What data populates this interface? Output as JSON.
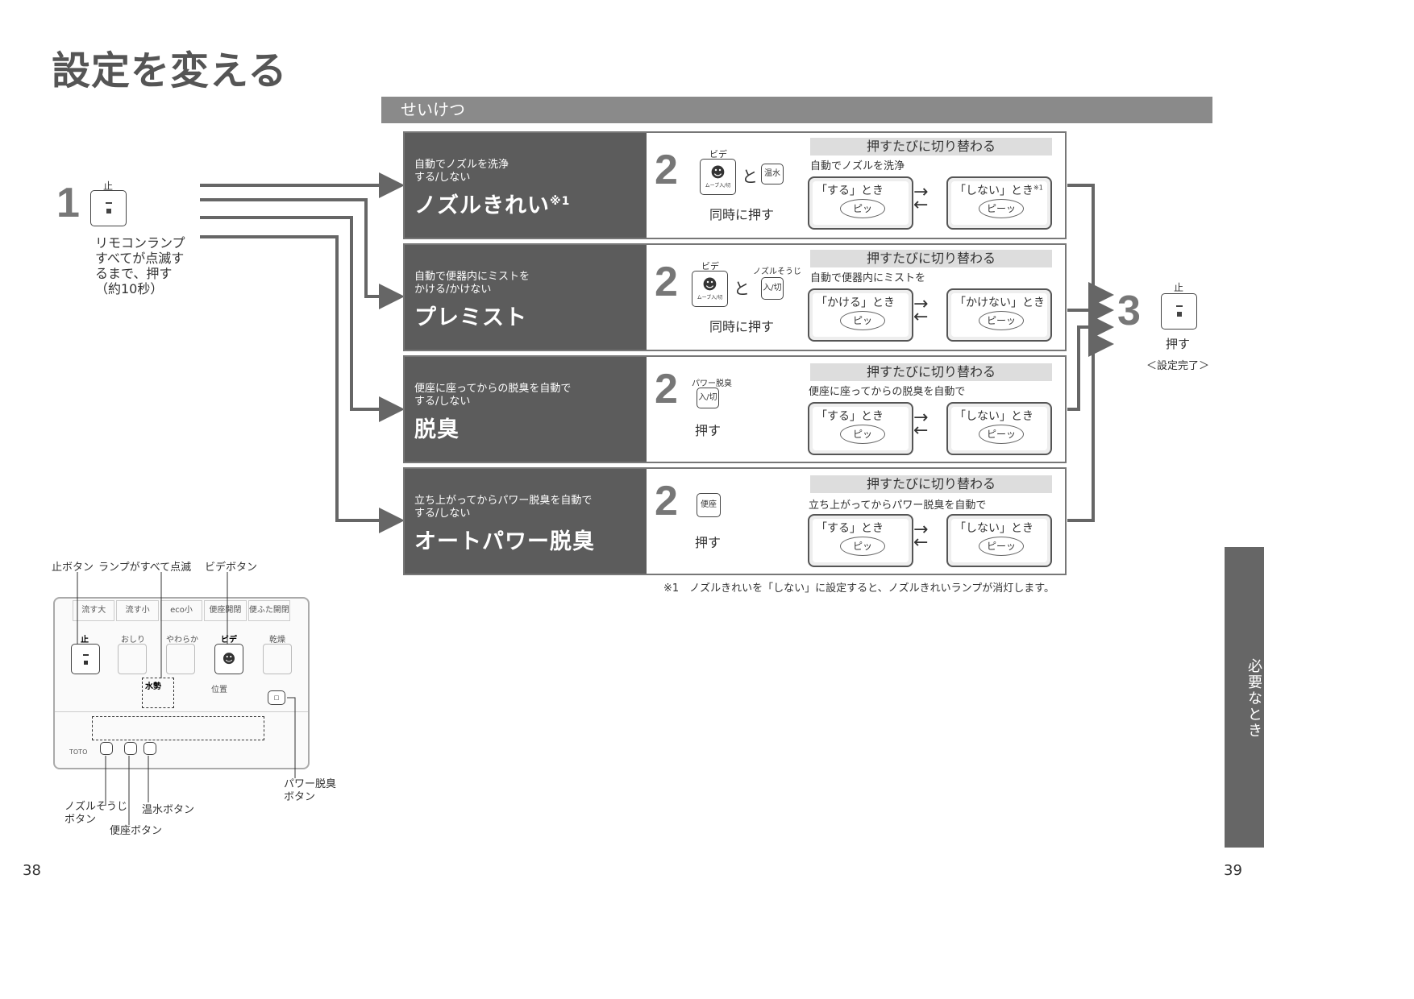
{
  "page_title": "設定を変える",
  "section": "せいけつ",
  "step1": {
    "num": "1",
    "button_top": "止",
    "text": [
      "リモコンランプ",
      "すべてが点滅す",
      "るまで、押す",
      "（約10秒）"
    ]
  },
  "rows": [
    {
      "desc1": "自動でノズルを洗浄",
      "desc2": "する/しない",
      "name": "ノズルきれい",
      "name_sup": "※1",
      "step": "2",
      "btn1_top": "ビデ",
      "btn1_sub": "ムーブ入/切",
      "conj": "と",
      "btn2_label": "温水",
      "action": "同時に押す",
      "toggle_head": "押すたびに切り替わる",
      "toggle_desc": "自動でノズルを洗浄",
      "opt1": "「する」とき",
      "opt1_sup": "",
      "opt2": "「しない」とき",
      "opt2_sup": "※1",
      "beep1": "ピッ",
      "beep2": "ピーッ"
    },
    {
      "desc1": "自動で便器内にミストを",
      "desc2": "かける/かけない",
      "name": "プレミスト",
      "name_sup": "",
      "step": "2",
      "btn1_top": "ビデ",
      "btn1_sub": "ムーブ入/切",
      "conj": "と",
      "btn2_top": "ノズルそうじ",
      "btn2_label": "入/切",
      "action": "同時に押す",
      "toggle_head": "押すたびに切り替わる",
      "toggle_desc": "自動で便器内にミストを",
      "opt1": "「かける」とき",
      "opt2": "「かけない」とき",
      "beep1": "ピッ",
      "beep2": "ピーッ"
    },
    {
      "desc1": "便座に座ってからの脱臭を自動で",
      "desc2": "する/しない",
      "name": "脱臭",
      "step": "2",
      "btn_top": "パワー脱臭",
      "btn_label": "入/切",
      "action": "押す",
      "toggle_head": "押すたびに切り替わる",
      "toggle_desc": "便座に座ってからの脱臭を自動で",
      "opt1": "「する」とき",
      "opt2": "「しない」とき",
      "beep1": "ピッ",
      "beep2": "ピーッ"
    },
    {
      "desc1": "立ち上がってからパワー脱臭を自動で",
      "desc2": "する/しない",
      "name": "オートパワー脱臭",
      "step": "2",
      "btn_label": "便座",
      "action": "押す",
      "toggle_head": "押すたびに切り替わる",
      "toggle_desc": "立ち上がってからパワー脱臭を自動で",
      "opt1": "「する」とき",
      "opt2": "「しない」とき",
      "beep1": "ピッ",
      "beep2": "ピーッ"
    }
  ],
  "step3": {
    "num": "3",
    "button_top": "止",
    "action": "押す",
    "done": "＜設定完了＞"
  },
  "footnote": "※1　ノズルきれいを「しない」に設定すると、ノズルきれいランプが消灯します。",
  "remote": {
    "label_stop": "止ボタン",
    "label_lamps": "ランプがすべて点滅",
    "label_bidet": "ビデボタン",
    "label_power": [
      "パワー脱臭",
      "ボタン"
    ],
    "label_nozzle": [
      "ノズルそうじ",
      "ボタン"
    ],
    "label_warm": "温水ボタン",
    "label_seat": "便座ボタン",
    "top_buttons": [
      "流す大",
      "流す小",
      "eco小",
      "便座開閉",
      "便ふた開閉"
    ],
    "main_buttons": [
      "止",
      "おしり",
      "やわらか",
      "ビデ",
      "乾燥"
    ],
    "water_label": "水勢",
    "pos_label": "位置",
    "brand": "TOTO"
  },
  "side_tab": "必要なとき",
  "page_left": "38",
  "page_right": "39"
}
